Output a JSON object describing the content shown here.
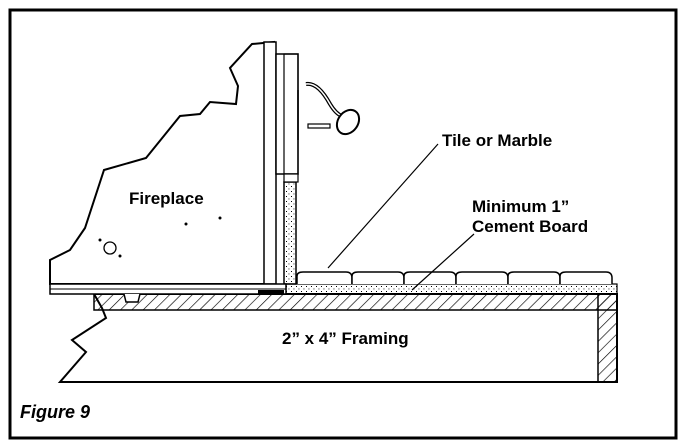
{
  "labels": {
    "fireplace": "Fireplace",
    "tile": "Tile or Marble",
    "cement_line1": "Minimum 1”",
    "cement_line2": "Cement Board",
    "framing": "2” x 4” Framing"
  },
  "caption": "Figure 9"
}
